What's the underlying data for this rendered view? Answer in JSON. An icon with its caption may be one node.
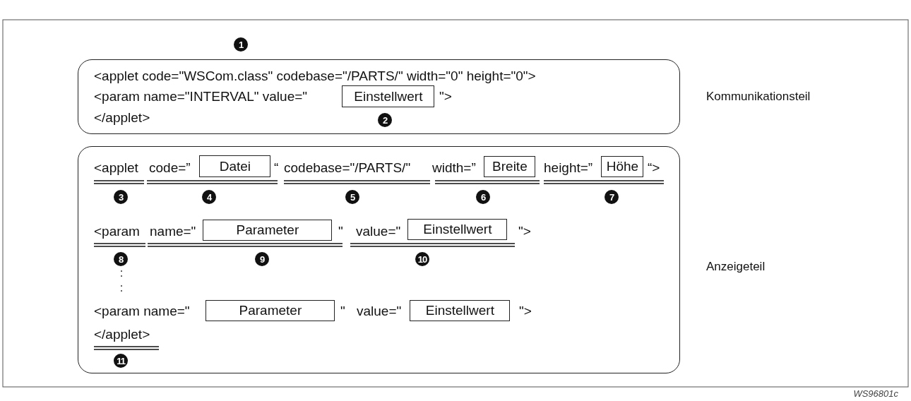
{
  "diagram": {
    "nodes": [
      {
        "text": [],
        "shape": "box",
        "beside": [
          "Kommunikationsteil"
        ]
      },
      {
        "text": [
          "Einstellwert"
        ],
        "in": 0
      },
      {
        "text": [],
        "shape": "box",
        "beside": [
          "Anzeigeteil"
        ]
      },
      {
        "text": [
          "Datei"
        ],
        "in": 2
      },
      {
        "text": [
          "Breite"
        ],
        "in": 2
      },
      {
        "text": [
          "Höhe"
        ],
        "in": 2
      },
      {
        "text": [
          "Parameter"
        ],
        "in": 2
      },
      {
        "text": [
          "Einstellwert"
        ],
        "in": 2
      },
      {
        "text": [
          "Parameter"
        ],
        "in": 2
      },
      {
        "text": [
          "Einstellwert"
        ],
        "in": 2
      }
    ],
    "edges": [],
    "labels": [
      "1",
      "<applet code=\"WSCom.class\" codebase=\"/PARTS/\" width=\"0\" height=\"0\">",
      "<param name=\"INTERVAL\" value=\"",
      "\">",
      "</applet>",
      "2",
      "<applet",
      "code=”",
      "“",
      "codebase=\"/PARTS/\"",
      "width=”",
      "height=”",
      "“>",
      "3",
      "4",
      "5",
      "6",
      "7",
      "<param",
      "name=\"",
      "\"",
      "value=\"",
      "\">",
      "8",
      "9",
      "10",
      "<param name=\"",
      "\"",
      "value=\"",
      "\">",
      "</applet>",
      "11",
      "WS96801c"
    ]
  }
}
